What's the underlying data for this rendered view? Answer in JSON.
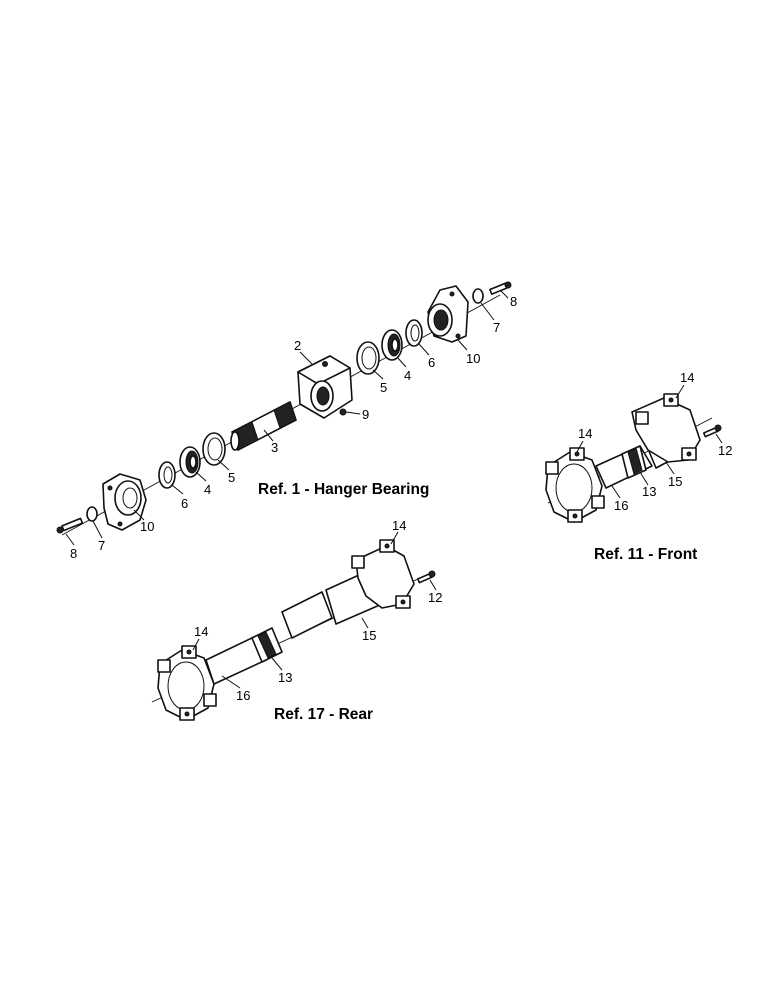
{
  "captions": {
    "hanger": "Ref. 1 - Hanger Bearing",
    "front": "Ref. 11 - Front",
    "rear": "Ref. 17 - Rear"
  },
  "callouts": {
    "hanger": [
      "2",
      "3",
      "4",
      "4",
      "5",
      "5",
      "6",
      "6",
      "7",
      "7",
      "8",
      "8",
      "9",
      "10",
      "10"
    ],
    "front": [
      "12",
      "13",
      "14",
      "14",
      "15",
      "16"
    ],
    "rear": [
      "12",
      "13",
      "14",
      "14",
      "15",
      "16"
    ]
  }
}
